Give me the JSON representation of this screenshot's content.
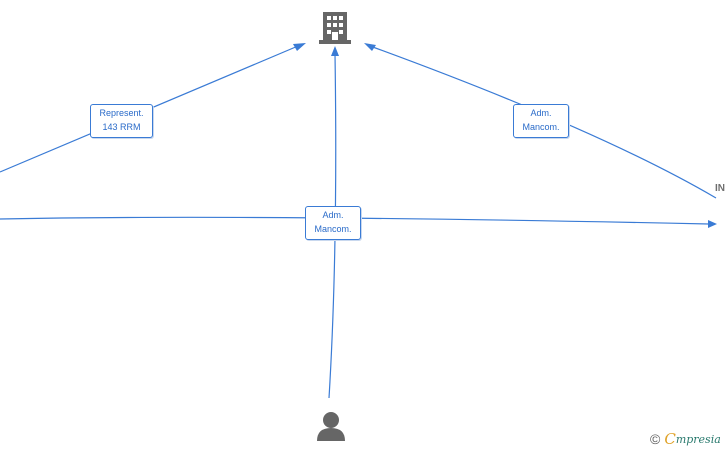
{
  "nodes": {
    "company": {
      "icon": "building-icon",
      "color": "#666666"
    },
    "person": {
      "icon": "person-icon",
      "color": "#666666"
    },
    "truncated_label": "IN"
  },
  "edges": [
    {
      "from": "left-offscreen-upper",
      "to": "company",
      "lines": [
        "Represent.",
        "143 RRM"
      ]
    },
    {
      "from": "right-offscreen",
      "to": "company",
      "lines": [
        "Adm.",
        "Mancom."
      ]
    },
    {
      "from": "person",
      "to": "company",
      "lines": []
    },
    {
      "from": "left-offscreen-lower",
      "to": "right-offscreen",
      "lines": [
        "Adm.",
        "Mancom."
      ]
    }
  ],
  "colors": {
    "edge": "#3a7bd5",
    "label_text": "#2a6bc9",
    "icon": "#666666"
  },
  "brand": {
    "copyright": "©",
    "name_initial": "C",
    "name_rest": "mpresia"
  }
}
